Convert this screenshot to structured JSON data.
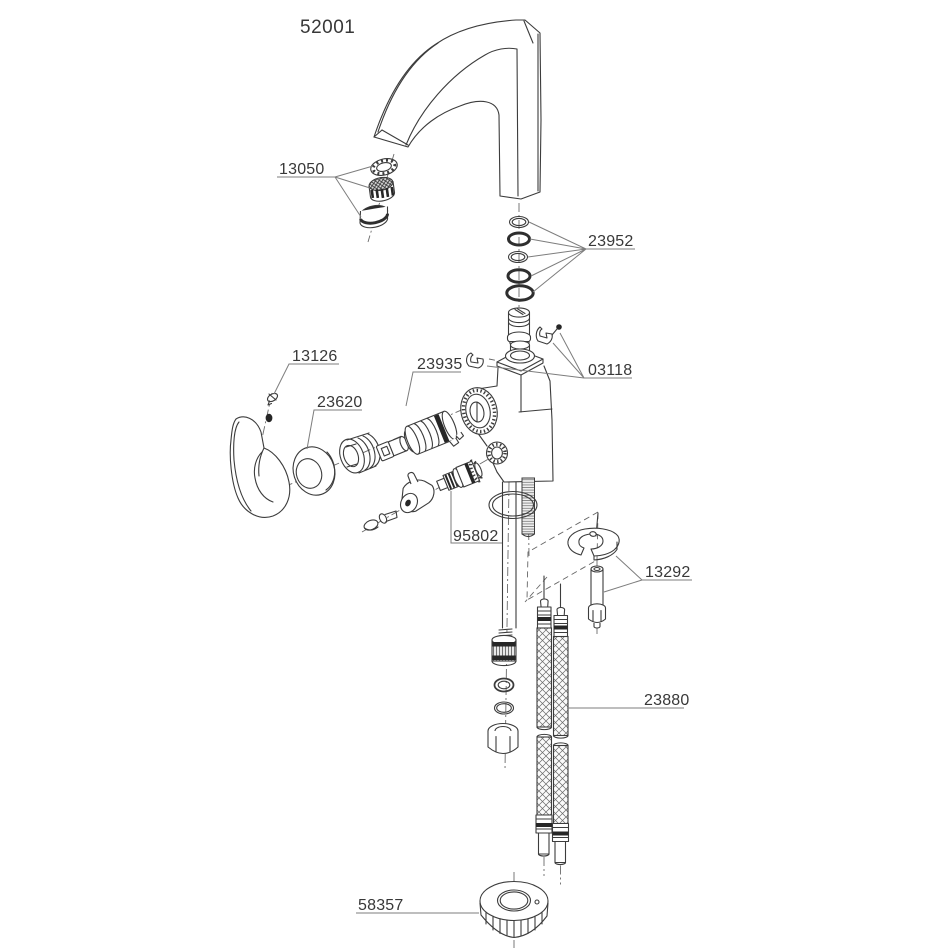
{
  "title": {
    "text": "52001"
  },
  "colors": {
    "background": "#ffffff",
    "drawing_line": "#3c3c3c",
    "leader_line": "#7d7d7d",
    "label_text": "#383838",
    "dark_fill": "#262626"
  },
  "diagram_type": "exploded-parts-diagram",
  "parts": [
    {
      "id": "13050",
      "name": "aerator-assembly"
    },
    {
      "id": "23952",
      "name": "o-ring-set"
    },
    {
      "id": "03118",
      "name": "clips-and-screw"
    },
    {
      "id": "13126",
      "name": "handle-screw"
    },
    {
      "id": "23935",
      "name": "cartridge"
    },
    {
      "id": "23620",
      "name": "cap-ring"
    },
    {
      "id": "95802",
      "name": "diverter-valve"
    },
    {
      "id": "13292",
      "name": "mounting-bracket-and-stud"
    },
    {
      "id": "23880",
      "name": "supply-hoses"
    },
    {
      "id": "58357",
      "name": "mounting-nut"
    }
  ]
}
